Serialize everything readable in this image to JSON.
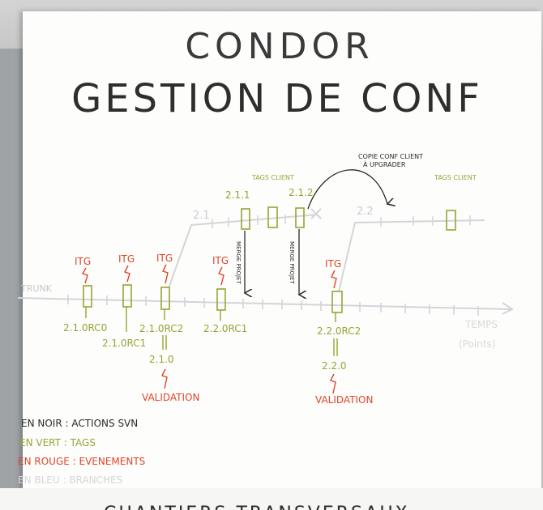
{
  "title": {
    "line1": "CONDOR",
    "line2": "GESTION DE CONF"
  },
  "colors": {
    "black": "#2a2a2a",
    "green": "#9aa335",
    "red": "#e0452c",
    "blue": "#c9cfd6",
    "faint": "#d4d6d8"
  },
  "branches": {
    "b21": "2.1",
    "b22": "2.2",
    "trunk": "TRUNK",
    "temps": "TEMPS",
    "temps_sub": "(Points)"
  },
  "tags": {
    "t211": "2.1.1",
    "t212": "2.1.2",
    "tags_client_1": "TAGS CLIENT",
    "tags_client_2": "TAGS CLIENT",
    "rc210": "2.1.0RC0",
    "rc211": "2.1.0RC1",
    "rc212": "2.1.0RC2",
    "rc221": "2.2.0RC1",
    "rc222": "2.2.0RC2",
    "v210": "2.1.0",
    "v220": "2.2.0"
  },
  "actions": {
    "copie": "COPIE CONF CLIENT",
    "upgrader": "À UPGRADER",
    "merge1": "MERGE PROJET",
    "merge2": "MERGE PROJET"
  },
  "events": {
    "itg1": "ITG",
    "itg2": "ITG",
    "itg3": "ITG",
    "itg4": "ITG",
    "itg5": "ITG",
    "validation1": "VALIDATION",
    "validation2": "VALIDATION"
  },
  "legend": {
    "noir": "EN NOIR : ACTIONS SVN",
    "vert": "EN VERT : TAGS",
    "rouge": "EN ROUGE : EVENEMENTS",
    "bleu": "EN BLEU : BRANCHES"
  },
  "bottom_text": "CHANTIERS TRANSVERSAUX"
}
